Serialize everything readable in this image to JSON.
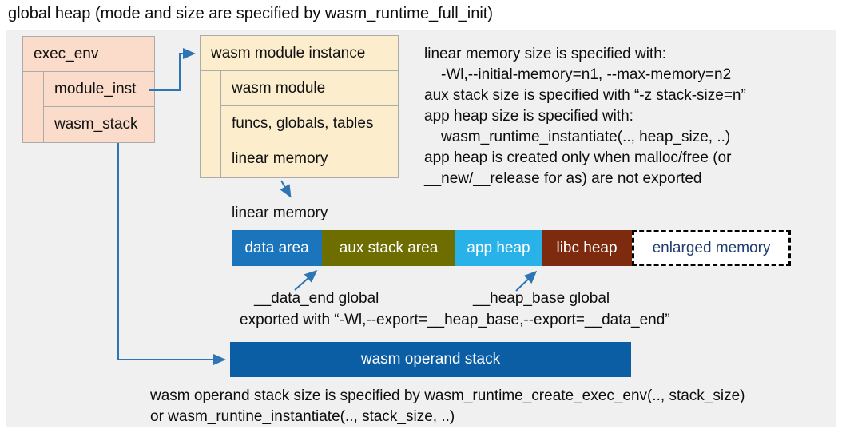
{
  "title": "global heap (mode and size are specified by wasm_runtime_full_init)",
  "exec_env_box": {
    "header": "exec_env",
    "rows": [
      "module_inst",
      "wasm_stack"
    ]
  },
  "module_instance_box": {
    "header": "wasm module instance",
    "rows": [
      "wasm module",
      "funcs, globals, tables",
      "linear memory"
    ]
  },
  "notes": {
    "lines": [
      "linear memory size is specified with:",
      "-Wl,--initial-memory=n1, --max-memory=n2",
      "aux stack size is specified with “-z stack-size=n”",
      "app heap size is specified with:",
      "wasm_runtime_instantiate(.., heap_size, ..)",
      "app heap is created only when malloc/free (or",
      "__new/__release for as) are not exported"
    ]
  },
  "linear_memory": {
    "label": "linear memory",
    "segments": [
      {
        "label": "data area",
        "color": "#1a75bc"
      },
      {
        "label": "aux stack area",
        "color": "#6e6e00"
      },
      {
        "label": "app heap",
        "color": "#29b2e8"
      },
      {
        "label": "libc heap",
        "color": "#7d2a0e"
      },
      {
        "label": "enlarged memory",
        "color": "#ffffff",
        "border": "dashed",
        "text_color": "#1f3c6e"
      }
    ]
  },
  "annotations": {
    "data_end_label": "__data_end global",
    "heap_base_label": "__heap_base global",
    "exported_line": "exported with “-Wl,--export=__heap_base,--export=__data_end”"
  },
  "operand_stack": {
    "label": "wasm operand stack",
    "color": "#0b5ea3"
  },
  "bottom_note": {
    "lines": [
      "wasm operand stack size is specified by wasm_runtime_create_exec_env(.., stack_size)",
      "or wasm_runtine_instantiate(.., stack_size, ..)"
    ]
  },
  "colors": {
    "panel_background": "#f0f0f0",
    "struct_box_salmon": "#fbdbca",
    "struct_box_cream": "#fcedcd",
    "box_border": "#ababab",
    "arrow_blue": "#2e75b6"
  }
}
